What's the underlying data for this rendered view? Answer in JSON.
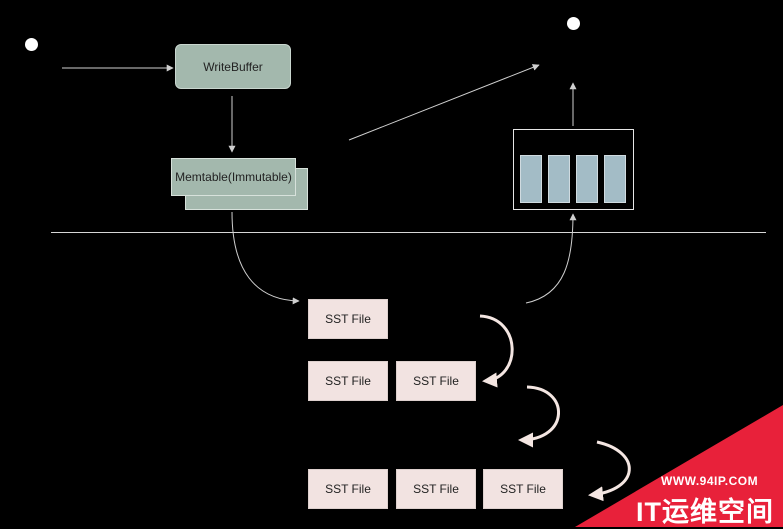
{
  "nodes": {
    "write_buffer": "WriteBuffer",
    "memtable_immutable": "Memtable(Immutable)",
    "sst_file": "SST File"
  },
  "watermark": {
    "url": "WWW.94IP.COM",
    "name": "IT运维空间"
  },
  "colors": {
    "background": "#000000",
    "buffer_fill": "#a3b8ad",
    "sst_fill": "#f2e3e1",
    "cache_block_fill": "#a3bcc6",
    "watermark_red": "#e8213a"
  }
}
